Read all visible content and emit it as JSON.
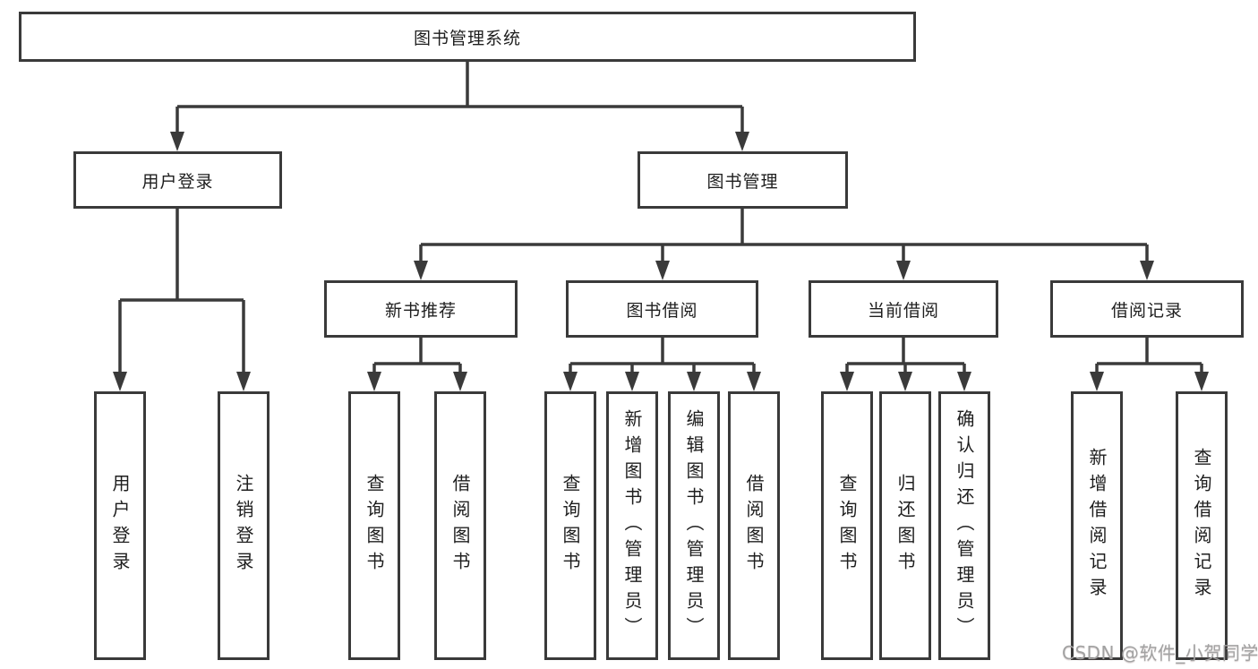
{
  "diagram_title": "图书管理系统",
  "colors": {
    "line": "#3a3a3a",
    "text": "#1e1e1e",
    "background": "#ffffff",
    "watermark": "#a2a2a2"
  },
  "tree": {
    "label": "图书管理系统",
    "children": [
      {
        "label": "用户登录",
        "children": [
          {
            "label": "用户登录"
          },
          {
            "label": "注销登录"
          }
        ]
      },
      {
        "label": "图书管理",
        "children": [
          {
            "label": "新书推荐",
            "children": [
              {
                "label": "查询图书"
              },
              {
                "label": "借阅图书"
              }
            ]
          },
          {
            "label": "图书借阅",
            "children": [
              {
                "label": "查询图书"
              },
              {
                "label": "新增图书（管理员）"
              },
              {
                "label": "编辑图书（管理员）"
              },
              {
                "label": "借阅图书"
              }
            ]
          },
          {
            "label": "当前借阅",
            "children": [
              {
                "label": "查询图书"
              },
              {
                "label": "归还图书"
              },
              {
                "label": "确认归还（管理员）"
              }
            ]
          },
          {
            "label": "借阅记录",
            "children": [
              {
                "label": "新增借阅记录"
              },
              {
                "label": "查询借阅记录"
              }
            ]
          }
        ]
      }
    ]
  },
  "watermark": {
    "text": "CSDN @软件_小贺同学"
  }
}
